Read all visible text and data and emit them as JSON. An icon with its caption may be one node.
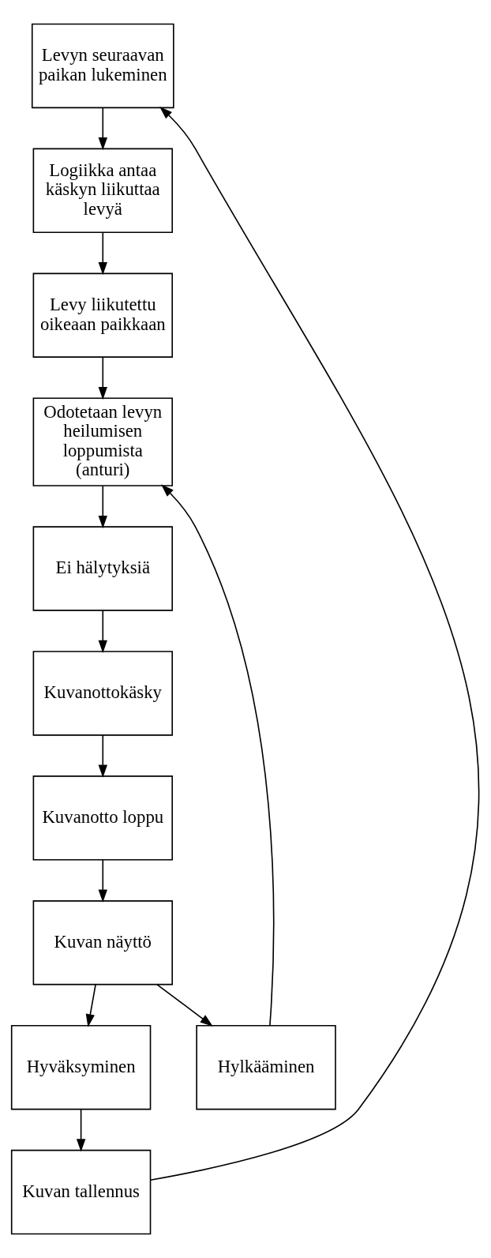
{
  "diagram": {
    "nodes": [
      {
        "text": [
          "Levyn seuraavan paikan lukeminen"
        ]
      },
      {
        "text": [
          "Logiikka antaa käskyn liikuttaa levyä"
        ]
      },
      {
        "text": [
          "Levy liikutettu oikeaan paikkaan"
        ]
      },
      {
        "text": [
          "Odotetaan levyn heilumisen loppumista (anturi)"
        ]
      },
      {
        "text": [
          "Ei hälytyksiä"
        ]
      },
      {
        "text": [
          "Kuvanottokäsky"
        ]
      },
      {
        "text": [
          "Kuvanotto loppu"
        ]
      },
      {
        "text": [
          "Kuvan näyttö"
        ]
      },
      {
        "text": [
          "Hyväksyminen"
        ]
      },
      {
        "text": [
          "Hylkääminen"
        ]
      },
      {
        "text": [
          "Kuvan tallennus"
        ]
      }
    ],
    "edges": [
      {
        "from": 0,
        "to": 1,
        "arrow": "to"
      },
      {
        "from": 1,
        "to": 2,
        "arrow": "to"
      },
      {
        "from": 2,
        "to": 3,
        "arrow": "to"
      },
      {
        "from": 3,
        "to": 4,
        "arrow": "to"
      },
      {
        "from": 4,
        "to": 5,
        "arrow": "to"
      },
      {
        "from": 5,
        "to": 6,
        "arrow": "to"
      },
      {
        "from": 6,
        "to": 7,
        "arrow": "to"
      },
      {
        "from": 7,
        "to": 8,
        "arrow": "to"
      },
      {
        "from": 7,
        "to": 9,
        "arrow": "to"
      },
      {
        "from": 8,
        "to": 10,
        "arrow": "to"
      },
      {
        "from": 10,
        "to": 0,
        "arrow": "to"
      },
      {
        "from": 9,
        "to": 3,
        "arrow": "to"
      }
    ]
  }
}
